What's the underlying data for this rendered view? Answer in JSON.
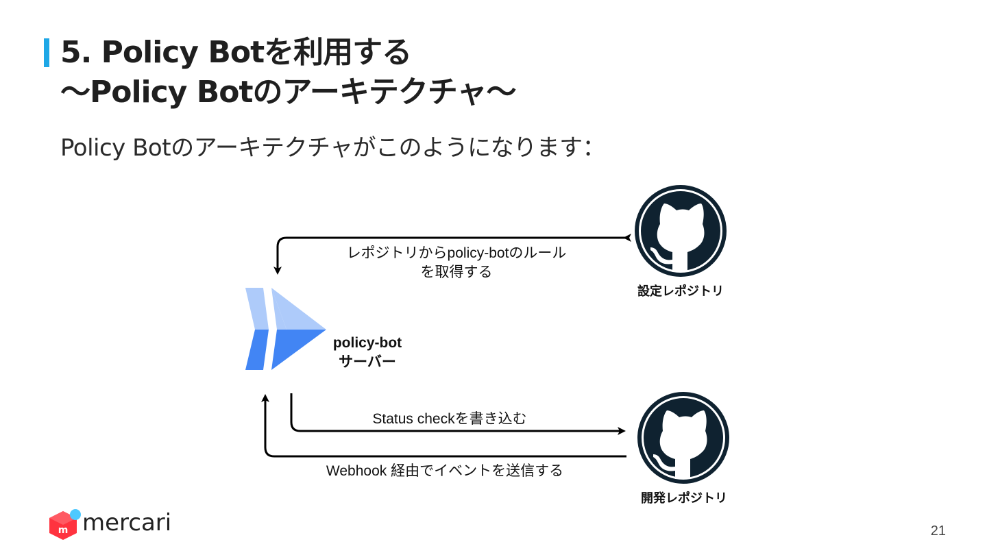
{
  "slide": {
    "title_line1": "5. Policy Botを利用する",
    "title_line2": "〜Policy Botのアーキテクチャ〜",
    "intro": "Policy Botのアーキテクチャがこのようになります："
  },
  "diagram": {
    "arrow_fetch_label_line1": "レポジトリからpolicy-botのルール",
    "arrow_fetch_label_line2": "を取得する",
    "config_repo_label": "設定レポジトリ",
    "server_label_line1": "policy-bot",
    "server_label_line2": "サーバー",
    "arrow_status_label": "Status checkを書き込む",
    "arrow_webhook_label": "Webhook 経由でイベントを送信する",
    "dev_repo_label": "開発レポジトリ",
    "icons": {
      "config_repo": "github-octocat-icon",
      "dev_repo": "github-octocat-icon",
      "server": "cloud-run-chevron-icon"
    },
    "colors": {
      "github_dark": "#0f2230",
      "chevron_light": "#aecbfa",
      "chevron_dark": "#4285f4"
    }
  },
  "footer": {
    "brand": "mercari",
    "page_number": "21"
  }
}
